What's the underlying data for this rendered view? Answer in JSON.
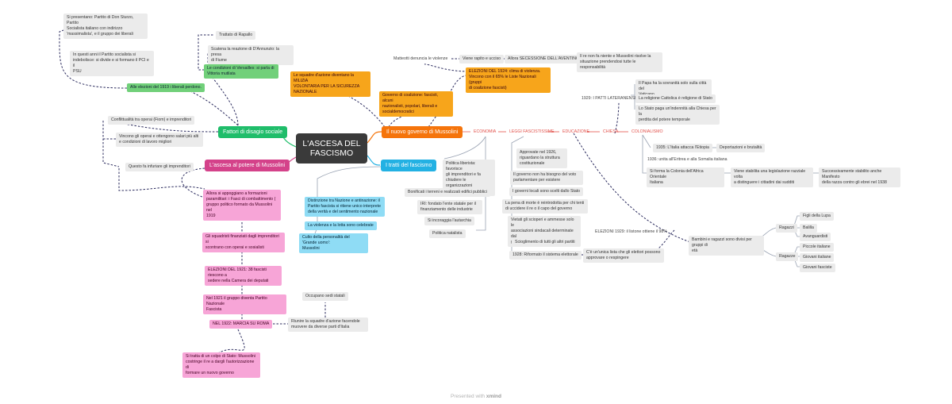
{
  "center": "L'ASCESA DEL\nFASCISMO",
  "branches": {
    "fattori": "Fattori di disagio sociale",
    "ascesa": "L'ascesa al potere di Mussolini",
    "governo": "Il nuovo governo di Mussolini",
    "tratti": "I tratti del fascismo"
  },
  "fattori": {
    "elezioni1919": "Alle elezioni del 1919 i liberali perdono.",
    "presentano": "Si presentano: Partito di Don Sturzo, Partito\nSocialista italiano con indirizzo\n'massimalista', e il gruppo dei liberali",
    "pci": "In questi anni il Partito socialista si\nindebolisce: si divide e si formano il PCI e il\nPSU",
    "trattato": "Trattato di Rapallo",
    "fiume": "Scatena la reazione di D'Annunzio: la presa\ndi Fiume",
    "versailles": "Le condizioni di Versailles: si parla di\nVittoria mutilata",
    "conflittualita": "Conflittualità tra operai (Fiom) e imprenditori",
    "vincono": "Vincono gli operai e ottengono salari più alti\ne condizioni di lavoro migliori",
    "infuriare": "Questo fa infuriare gli imprenditori"
  },
  "ascesa": {
    "appoggiano": "Allora si appoggiano a formazioni\nparamilitari: i Fasci di combattimento (\ngruppo politico formato da Mussolini nel\n1919",
    "squadristi": "Gli squadristi finanziati dagli imprenditori si\nscontrano con operai e sosialisti",
    "elezioni1921": "ELEZIONI DEL 1921: 38 fascisti riescono a\nsedere nella Camera dei deputati",
    "pnf": "Nel 1921 il gruppo diventa Partito Nazionale\nFascista",
    "marcia": "NEL 1922: MARCIA SU ROMA",
    "riunire": "Riunire la squadre d'azione facendole\nmuovere da diverse parti d'Italia",
    "occupano": "Occupano sedi statali",
    "colpo": "Si tratta di un colpo di Stato: Mussolini\ncostringe il re a dargli l'autorizzazione di\nformare un nuovo governo"
  },
  "governo": {
    "milizia": "Le squadre d'azione diventano la MILIZIA\nVOLONTARIA PER LA SICUREZZA\nNAZIONALE",
    "coalizione": "Governo di coalizione: fascisti, alcuni\nnazionalisti, popolari, liberali e\nsocialdemocratici",
    "matteotti": "Matteotti denuncia le violenze",
    "rapito": "Viene rapito e ucciso",
    "aventino": "Allora SECESSIONE DELL'AVENTINO",
    "re": "Il re non fa niente e Mussolini risolve la\nsituazione prendendosi tutte le responsabilità",
    "elezioni1924": "ELEZIONI DEL 1924: clima di violenza.\nVincono con il 65% le Liste Nazionali (gruppi\ndi coalizione fascisti)",
    "economia": "ECONOMIA",
    "leggi": "LEGGI FASCISTISSIME",
    "educazione": "EDUCAZIONE",
    "chiesa": "CHIESA",
    "colonialismo": "COLONIALISMO",
    "politicaLib": "Politica liberista: favorisce\ngli imprenditori e fa\nchiudere le organizzazioni\nsindacali",
    "bonificati": "Bonificati i terreni e realizzati edifici pubblici",
    "iri": "IRI: fondato l'ente statale per il\nfinanziamento delle industrie",
    "autarchia": "Si incoraggia l'autarchia",
    "natalista": "Politica natalista",
    "approvate": "Approvate nel 1926,\nriguardano la struttura\ncostituzionale",
    "nonBisogno": "Il governo non ha bisogno del voto\nparlamentare per esistere",
    "locali": "I governi locali sono scelti dallo Stato",
    "pena": "La pena di morte è reintrodotta per chi tenti\ndi uccidere il re o il capo del governo",
    "vietati": "Vietati gli scioperi e ammesse solo le\nassociazioni sindacali determinate dal\ngoverno",
    "scioglimento": "Scioglimento di tutti gli altri partiti",
    "riformato": "1928: Riformato il sistema elettorale",
    "unica": "C'è un'unica lista che gli elettori possono\napprovare o respingere",
    "elez1929": "ELEZIONI 1929: il listone ottiene il 98%",
    "patti": "1929: I PATTI LATERANENSI",
    "papa": "Il Papa ha la sovranità solo sulla città del\nVaticano",
    "religione": "La religione Cattolica è religione di Stato",
    "stato": "Lo Stato paga un'indennità alla Chiesa per la\nperdita del potere temporale",
    "etiopia": "1935: L'Italia attacca l'Etiopia",
    "deportazioni": "Deportazioni e brutalità",
    "eritrea": "1936: unita all'Eritrea e alla Somalia italiana",
    "colonia": "Si forma la Colonia dell'Africa Orientale\nItaliana",
    "gerarchia": "Viene stabilita una legislazione razziale volta\na distinguere i cittadini dai sudditi",
    "manifesto": "Successivamente stabilito anche Manifesto\ndella razza contro gli ebrei nel 1938",
    "bambini": "Bambini e ragazzi sono divisi per gruppi di\netà",
    "ragazzi": "Ragazzi",
    "ragazze": "Ragazze",
    "figli": "Figli della Lupa",
    "balilla": "Balilla",
    "avanguardisti": "Avanguardisti",
    "piccole": "Piccole italiane",
    "giovani": "Giovani italiane",
    "giovaniF": "Giovani fasciste"
  },
  "tratti": {
    "distinzione": "Distinzione tra Nazione e antinazione: il\nPartito fascista si ritiene unico interprete\ndella verità e del sentimento nazionale",
    "violenza": "La violenza e la lotta sono celebrate",
    "culto": "Culto della personalità del 'Grande uomo':\nMussolini"
  },
  "footer": {
    "prefix": "Presented with",
    "brand": "xmind"
  },
  "colors": {
    "green": "#1fbd6a",
    "pink": "#d4428a",
    "orange": "#f5740b",
    "blue": "#23b1e3",
    "center": "#3a3a3a"
  }
}
